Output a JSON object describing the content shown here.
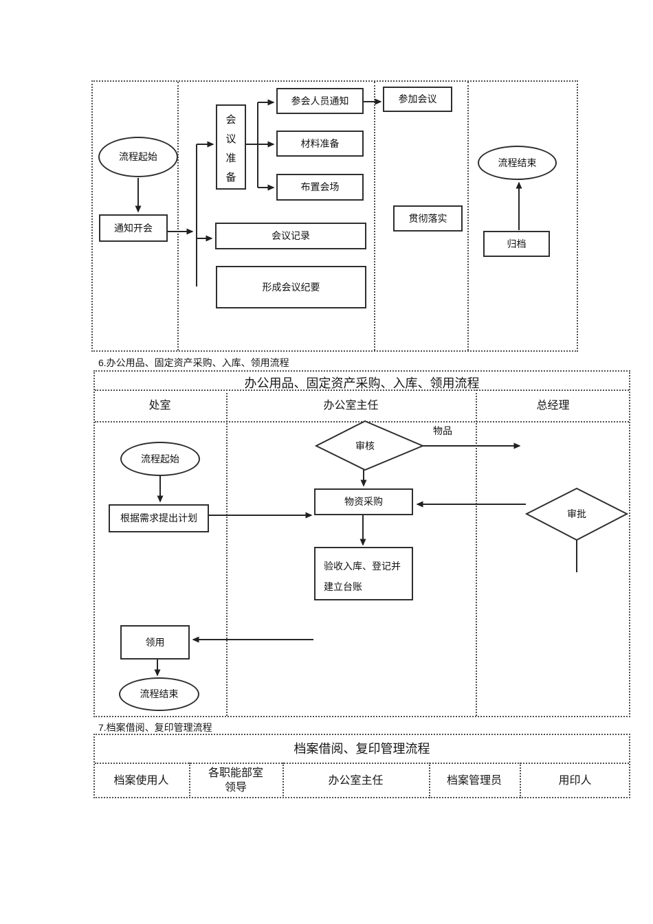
{
  "meeting_flow": {
    "start": "流程起始",
    "notify": "通知开会",
    "prepare": "会议准备",
    "attendee_notice": "参会人员通知",
    "attend": "参加会议",
    "materials": "材料准备",
    "venue": "布置会场",
    "record": "会议记录",
    "minutes": "形成会议纪要",
    "implement": "贯彻落实",
    "archive": "归档",
    "end": "流程结束"
  },
  "supplies_section": {
    "heading": "6.办公用品、固定资产采购、入库、领用流程",
    "table_title": "办公用品、固定资产采购、入库、领用流程",
    "columns": [
      "处室",
      "办公室主任",
      "总经理"
    ],
    "flow": {
      "start": "流程起始",
      "plan": "根据需求提出计划",
      "review": "审核",
      "goods_label": "物品",
      "purchase": "物资采购",
      "stock_line1": "验收入库、登记并",
      "stock_line2": "建立台账",
      "approve": "审批",
      "issue": "领用",
      "end": "流程结束"
    }
  },
  "archive_section": {
    "heading": "7.档案借阅、复印管理流程",
    "table_title": "档案借阅、复印管理流程",
    "columns": [
      "档案使用人",
      "各职能部室",
      "办公室主任",
      "档案管理员",
      "用印人"
    ],
    "column2_line2": "领导"
  }
}
